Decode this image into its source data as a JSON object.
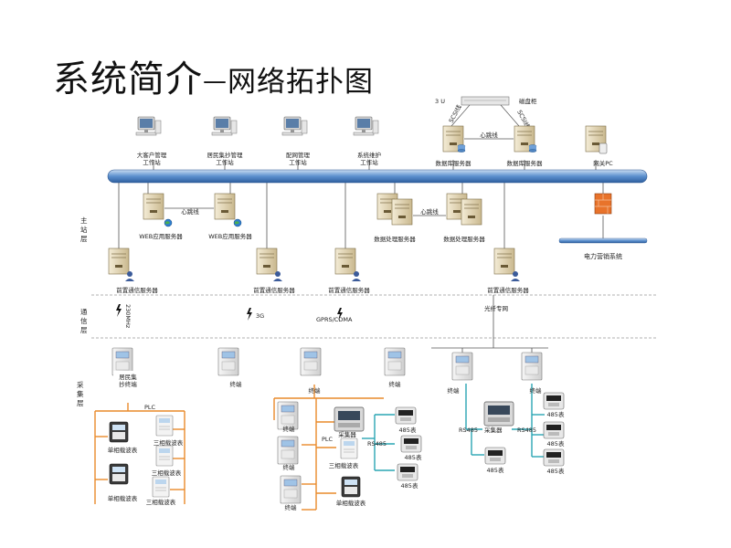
{
  "title": {
    "main": "系统简介",
    "dash": "—",
    "sub": "网络拓扑图"
  },
  "layers": {
    "master": "主站层",
    "comm": "通信层",
    "collect": "采集层"
  },
  "top_row": {
    "workstations": [
      "大客户管理工作站",
      "居民集抄管理工作站",
      "配网管理工作站",
      "系统维护工作站"
    ],
    "db_servers": [
      "数据库服务器",
      "数据库服务器"
    ],
    "heartbeat": "心跳线",
    "disk_array": "磁盘柜",
    "array_label": "3 U",
    "scsi": [
      "SCSI线",
      "SCSI线"
    ],
    "gateway": "网关PC"
  },
  "second_row": {
    "web_servers": [
      "WEB应用服务器",
      "WEB应用服务器"
    ],
    "heartbeat": "心跳线",
    "data_servers": [
      "数据处理服务器",
      "数据处理服务器"
    ],
    "marketing": "电力营销系统"
  },
  "front_servers": [
    "前置通信服务器",
    "前置通信服务器",
    "前置通信服务器",
    "前置通信服务器"
  ],
  "comm": {
    "links": [
      "230MHz",
      "3G",
      "GPRS/CDMA",
      "光纤专网"
    ]
  },
  "collect": {
    "concentrator": "居民集抄终端",
    "terminal": "终端",
    "plc": "PLC",
    "rs485": "RS485",
    "collector": "采集器",
    "meter_485": "485表",
    "single_phase": "单相载波表",
    "three_phase": "三相载波表"
  }
}
